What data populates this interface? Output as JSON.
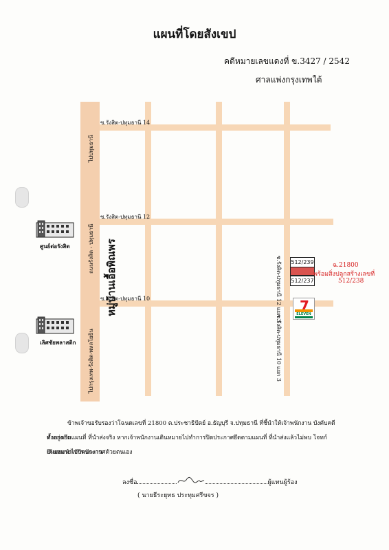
{
  "title": "แผนที่โดยสังเขป",
  "case_no": "คดีหมายเลขแดงที่ ข.3427 / 2542",
  "court": "ศาลแพ่งกรุงเทพใต้",
  "main_road": {
    "label_north": "ไปปทุมธานี",
    "label_middle": "ถนนรังสิต - ปทุมธานี",
    "label_south": "ไปกรุงเทพ-รังสิต-พหลโยธิน",
    "big_name": "หมู่บ้านเอื้อพิณพร"
  },
  "sois": {
    "soi14": "ซ.รังสิต-ปทุมธานี 14",
    "soi12": "ซ.รังสิต-ปทุมธานี 12",
    "soi10": "ซ.รังสิต-ปทุมธานี 10",
    "soi12_y3": "ซ.รังสิต-ปทุมธานี 12 แยก 3",
    "soi10_y3": "ซ.รังสิต-ปทุมธานี 10 แยก 3"
  },
  "buildings": {
    "b1": "ศูนย์ต่อรังสิต",
    "b2": "เลิศชัยพลาสติก"
  },
  "plots": {
    "upper": "512/239",
    "lower": "512/237"
  },
  "property": {
    "deed": "ฉ.21800",
    "house_line": "พร้อมสิ่งปลูกสร้างเลขที่",
    "house_no": "512/238"
  },
  "store": {
    "digit": "7",
    "name": "ELEVEN"
  },
  "paragraph": {
    "line1": "ข้าพเจ้าขอรับรองว่าโฉนดเลขที่  21800  ต.ประชาธิปัตย์  อ.ธัญบุรี  จ.ปทุมธานี   ที่ชี้นำให้เจ้าพนักงาน บังคับคดี ทำการยึด",
    "line2": "ตั้งอยู่ตามแผนที่  ที่นำส่งจริง  หากเจ้าพนักงานเดินหมายไปทำการปิดประกาศยึดตามแผนที่ ที่นำส่งแล้วไม่พบ โจทก์ยินยอมนำเจ้าพนักงาน",
    "line3": "เดินหมายไปปิดประกาศด้วยตนเอง"
  },
  "signature": {
    "prefix": "ลงชื่อ",
    "role": "ผู้แทนผู้ร้อง",
    "name": "( นายธีระยุทธ  ประทุมศรีขจร )"
  }
}
